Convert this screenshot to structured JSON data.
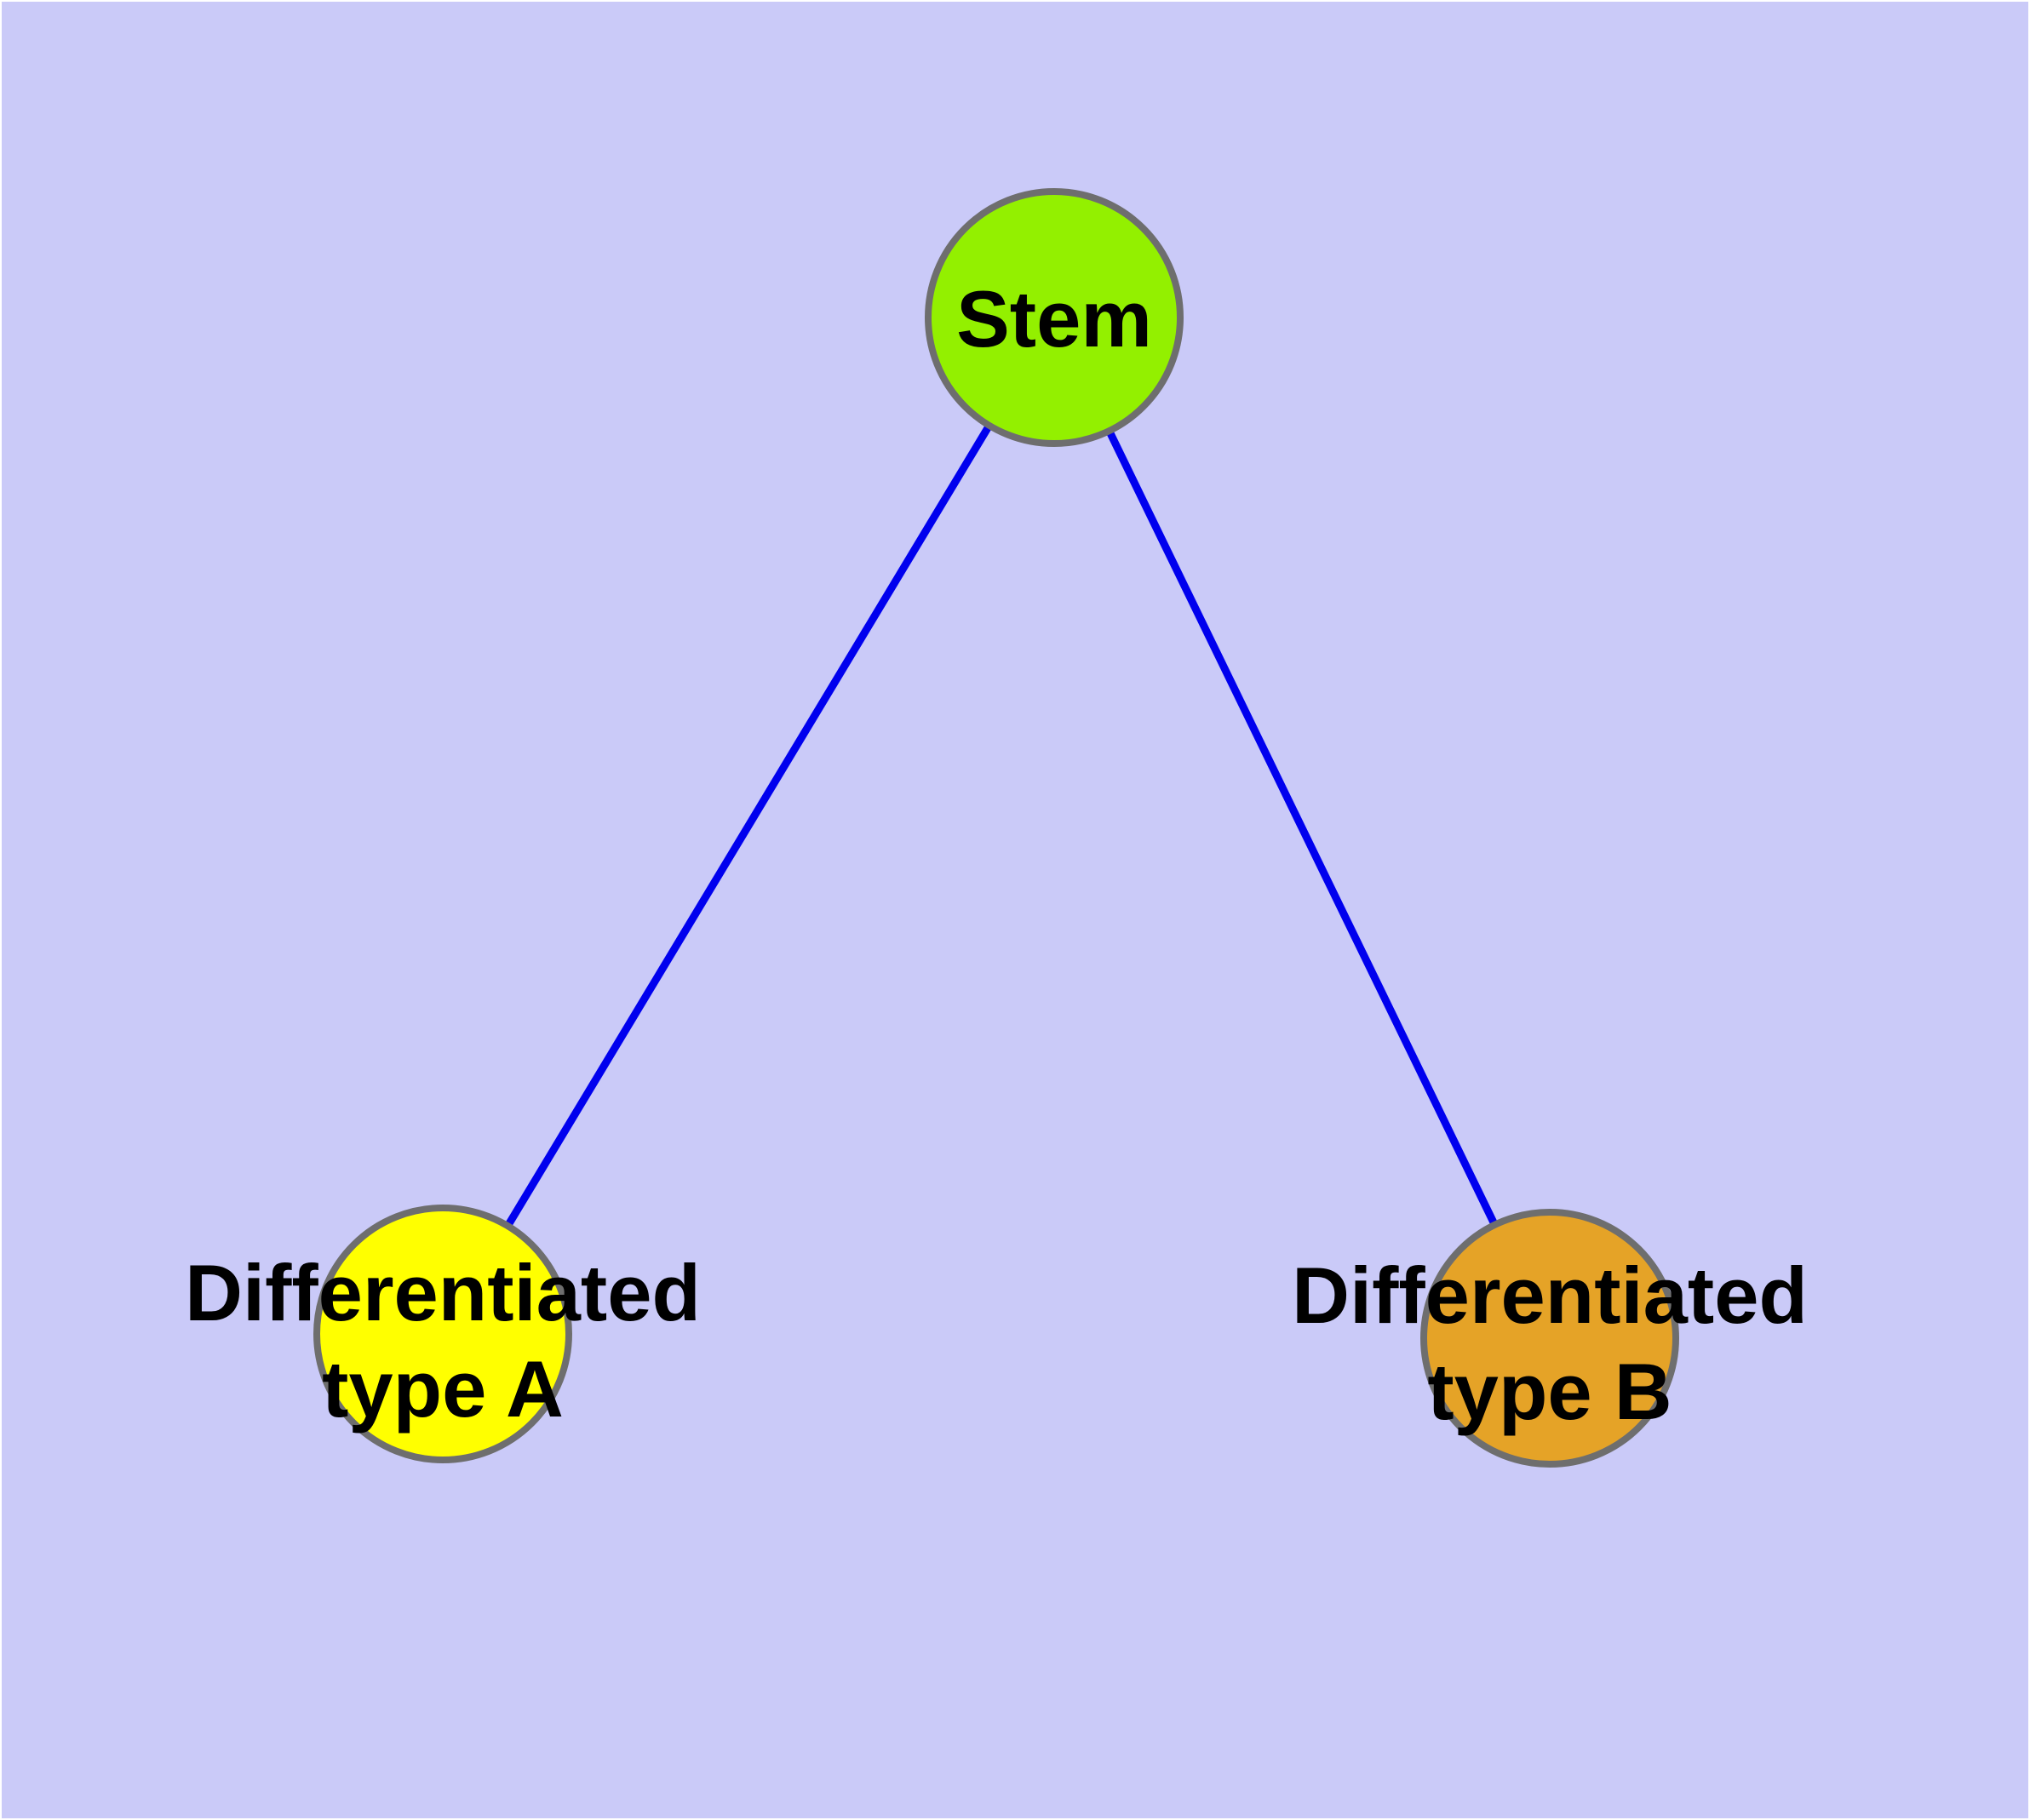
{
  "diagram": {
    "background_color": "#cacaf8",
    "frame_color": "#ffffff",
    "edge_color": "#0000ee",
    "node_border_color": "#6e6e6e",
    "label_color": "#000000",
    "nodes": {
      "stem": {
        "label": "Stem",
        "fill": "#93f000"
      },
      "type_a": {
        "label_lines": [
          "Differentiated",
          "type A"
        ],
        "fill": "#ffff00"
      },
      "type_b": {
        "label_lines": [
          "Differentiated",
          "type B"
        ],
        "fill": "#e5a327"
      }
    },
    "edges": [
      {
        "from": "Stem",
        "to": "Differentiated type A"
      },
      {
        "from": "Stem",
        "to": "Differentiated type B"
      }
    ]
  }
}
